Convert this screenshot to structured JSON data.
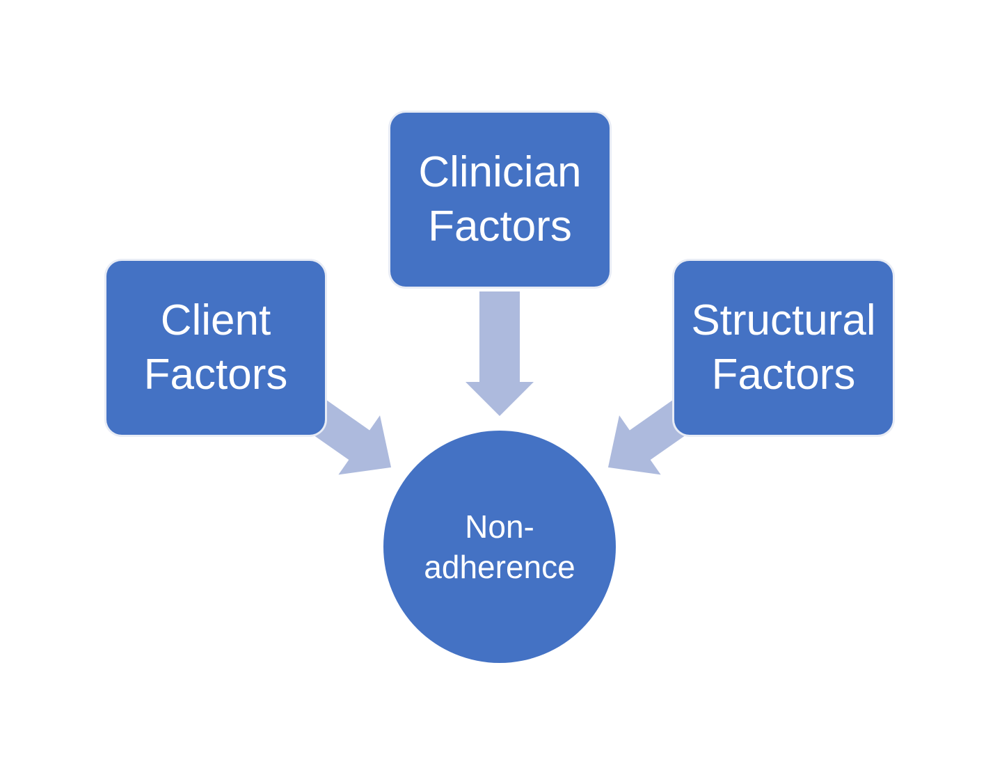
{
  "colors": {
    "box": "#4472c4",
    "arrow": "#adbadd"
  },
  "nodes": {
    "clinician": "Clinician\nFactors",
    "client": "Client\nFactors",
    "structural": "Structural\nFactors",
    "center": "Non-\nadherence"
  }
}
